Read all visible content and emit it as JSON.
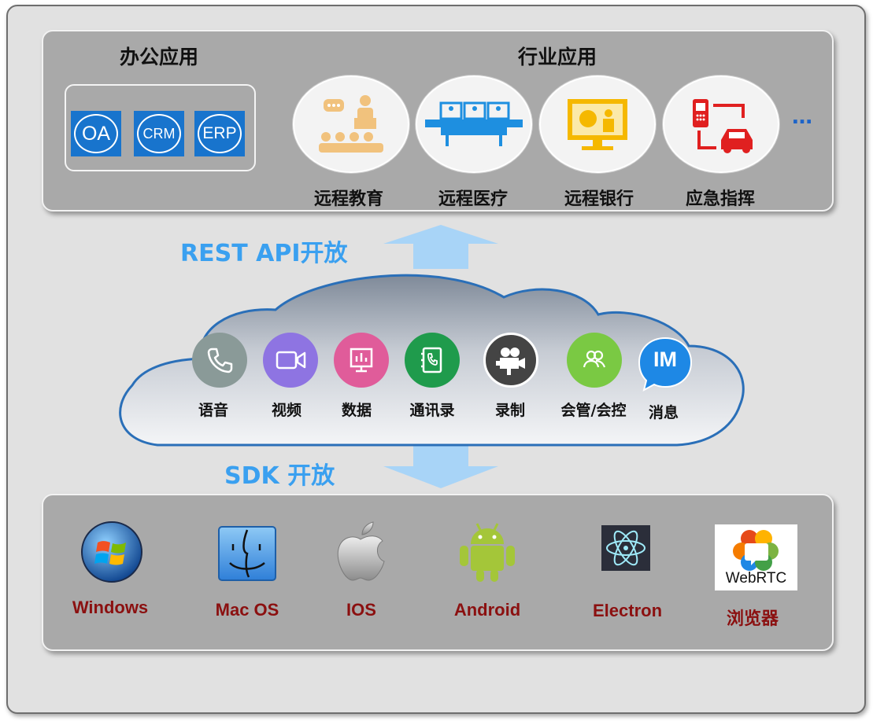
{
  "headers": {
    "office": "办公应用",
    "industry": "行业应用"
  },
  "office_apps": [
    {
      "label": "OA",
      "icon": "oa-icon"
    },
    {
      "label": "CRM",
      "icon": "crm-icon"
    },
    {
      "label": "ERP",
      "icon": "erp-icon"
    }
  ],
  "industry_apps": [
    {
      "label": "远程教育",
      "icon": "classroom-icon"
    },
    {
      "label": "远程医疗",
      "icon": "video-conference-table-icon"
    },
    {
      "label": "远程银行",
      "icon": "monitor-presentation-icon"
    },
    {
      "label": "应急指挥",
      "icon": "phone-car-dispatch-icon"
    }
  ],
  "more": "…",
  "api_label": "REST API开放",
  "sdk_label": "SDK 开放",
  "services": [
    {
      "label": "语音",
      "icon": "phone-icon",
      "color": "#8a9a98"
    },
    {
      "label": "视频",
      "icon": "video-camera-icon",
      "color": "#8e74e2"
    },
    {
      "label": "数据",
      "icon": "chart-board-icon",
      "color": "#e05c9a"
    },
    {
      "label": "通讯录",
      "icon": "contact-book-icon",
      "color": "#1f9b4c"
    },
    {
      "label": "录制",
      "icon": "movie-camera-icon",
      "color": "#444444"
    },
    {
      "label": "会管/会控",
      "icon": "people-icon",
      "color": "#7ac943"
    },
    {
      "label": "消息",
      "icon": "im-bubble-icon",
      "color": "#1e88e5",
      "badge": "IM"
    }
  ],
  "platforms": [
    {
      "label": "Windows",
      "icon": "windows-icon"
    },
    {
      "label": "Mac OS",
      "icon": "finder-icon"
    },
    {
      "label": "IOS",
      "icon": "apple-icon"
    },
    {
      "label": "Android",
      "icon": "android-icon"
    },
    {
      "label": "Electron",
      "icon": "electron-icon"
    },
    {
      "label": "浏览器",
      "icon": "webrtc-icon",
      "badge": "WebRTC"
    }
  ],
  "colors": {
    "panel": "#a9a9a9",
    "background": "#e1e1e1",
    "open_label": "#3aa0f0",
    "platform_label": "#8b1010",
    "arrow": "#a8d4f7"
  }
}
